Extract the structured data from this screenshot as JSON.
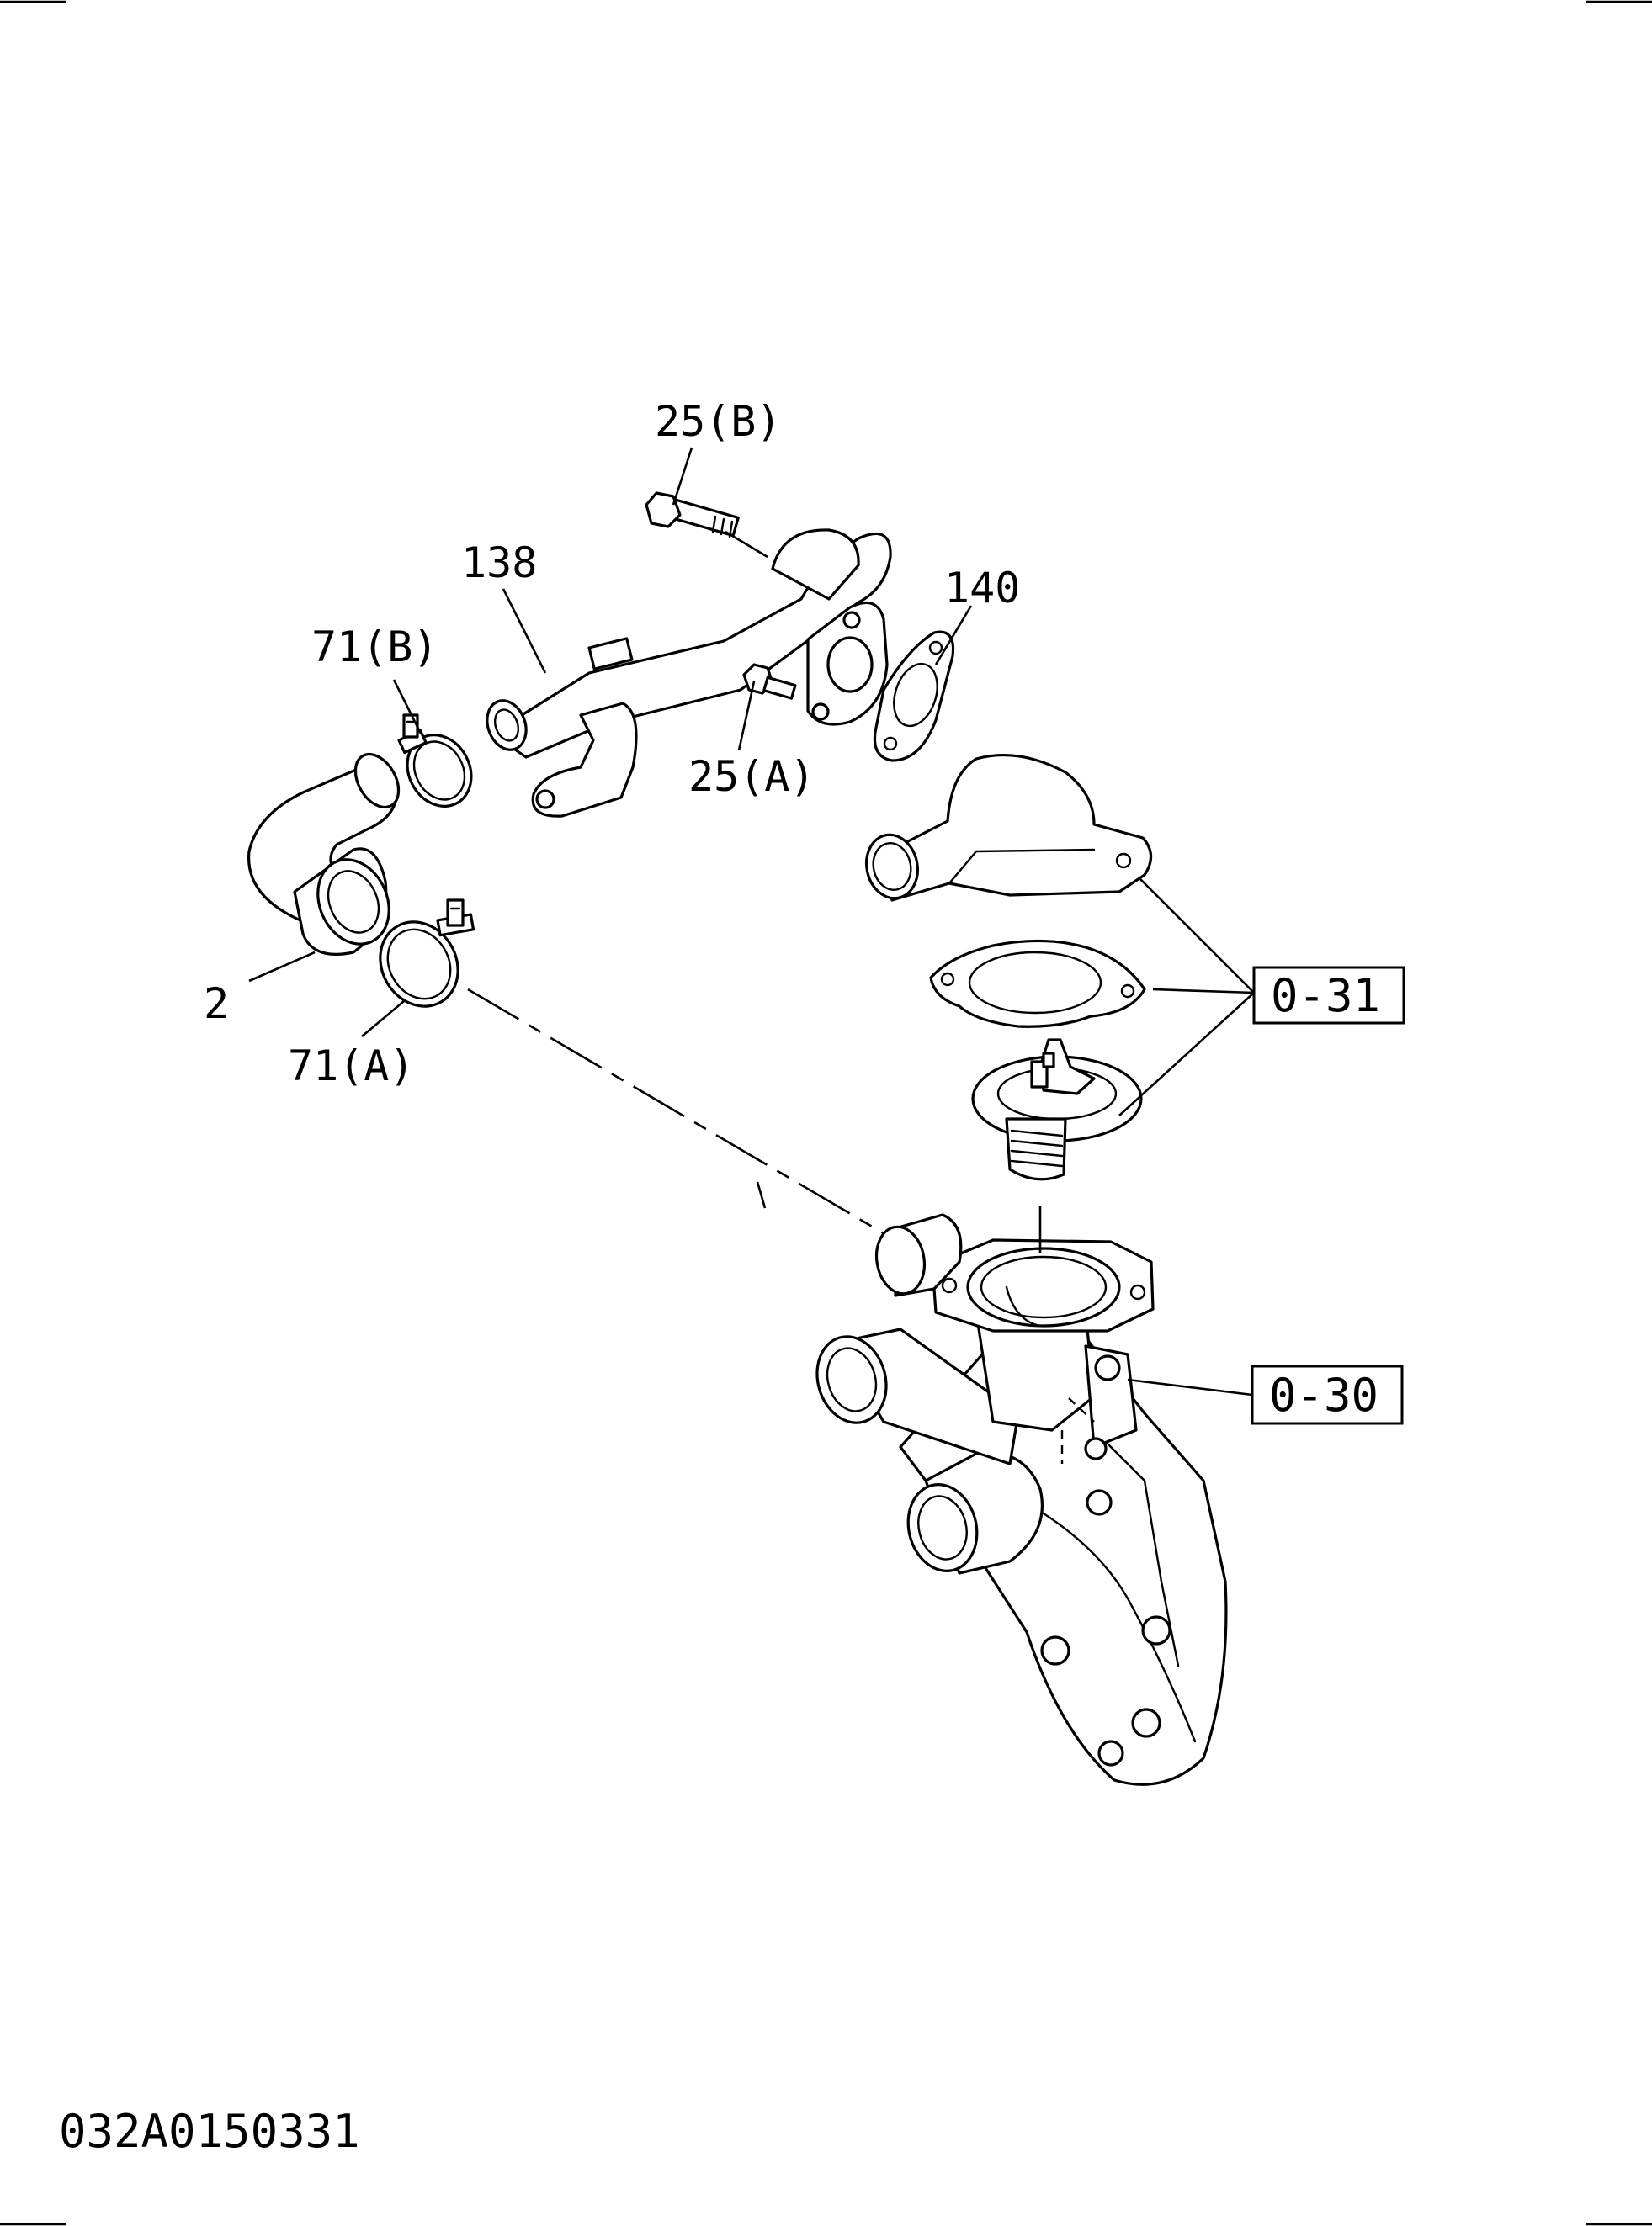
{
  "labels": {
    "bolt_b": "25(B)",
    "pipe": "138",
    "gasket": "140",
    "clamp_b": "71(B)",
    "bolt_a": "25(A)",
    "hose": "2",
    "clamp_a": "71(A)"
  },
  "references": {
    "thermostat_group": "0-31",
    "water_pump_group": "0-30"
  },
  "drawing_code": "032A0150331",
  "colors": {
    "line": "#000000",
    "background": "#ffffff"
  }
}
